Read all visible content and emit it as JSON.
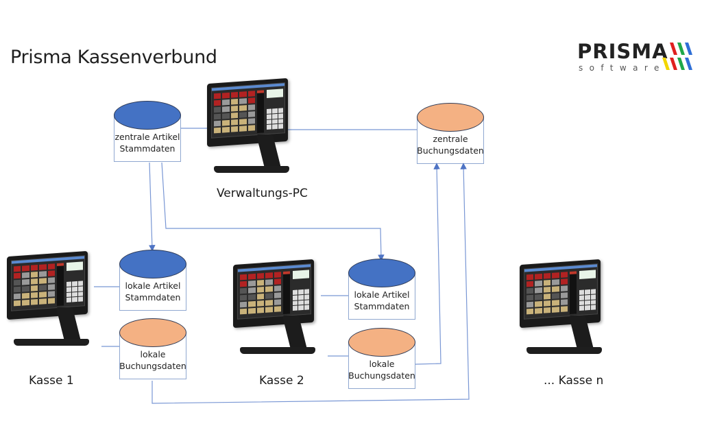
{
  "title": "Prisma Kassenverbund",
  "logo": {
    "word": "PRISMA",
    "sub": "software",
    "stripe_colors": [
      "#f2d600",
      "#e02020",
      "#1ea84a",
      "#2e6fd6"
    ]
  },
  "colors": {
    "master_data": "#4472c4",
    "booking_data": "#f4b183",
    "connector": "#6f8fcf"
  },
  "terminals": [
    {
      "id": "verwaltung",
      "caption": "Verwaltungs-PC"
    },
    {
      "id": "kasse1",
      "caption": "Kasse 1"
    },
    {
      "id": "kasse2",
      "caption": "Kasse 2"
    },
    {
      "id": "kassen",
      "caption": "... Kasse n"
    }
  ],
  "databases": {
    "central_master": {
      "line1": "zentrale Artikel",
      "line2": "Stammdaten",
      "type": "master"
    },
    "central_booking": {
      "line1": "zentrale",
      "line2": "Buchungsdaten",
      "type": "booking"
    },
    "k1_master": {
      "line1": "lokale Artikel",
      "line2": "Stammdaten",
      "type": "master"
    },
    "k1_booking": {
      "line1": "lokale",
      "line2": "Buchungsdaten",
      "type": "booking"
    },
    "k2_master": {
      "line1": "lokale Artikel",
      "line2": "Stammdaten",
      "type": "master"
    },
    "k2_booking": {
      "line1": "lokale",
      "line2": "Buchungsdaten",
      "type": "booking"
    }
  },
  "connections": [
    {
      "from": "zentrale Artikel Stammdaten",
      "to": "Kasse 1 lokale Artikel Stammdaten",
      "arrow": true
    },
    {
      "from": "zentrale Artikel Stammdaten",
      "to": "Kasse 2 lokale Artikel Stammdaten",
      "arrow": true
    },
    {
      "from": "Kasse 1 lokale Buchungsdaten",
      "to": "zentrale Buchungsdaten",
      "arrow": true
    },
    {
      "from": "Kasse 2 lokale Buchungsdaten",
      "to": "zentrale Buchungsdaten",
      "arrow": true
    },
    {
      "from": "Verwaltungs-PC",
      "to": "zentrale Artikel Stammdaten",
      "arrow": false
    },
    {
      "from": "Verwaltungs-PC",
      "to": "zentrale Buchungsdaten",
      "arrow": false
    }
  ]
}
